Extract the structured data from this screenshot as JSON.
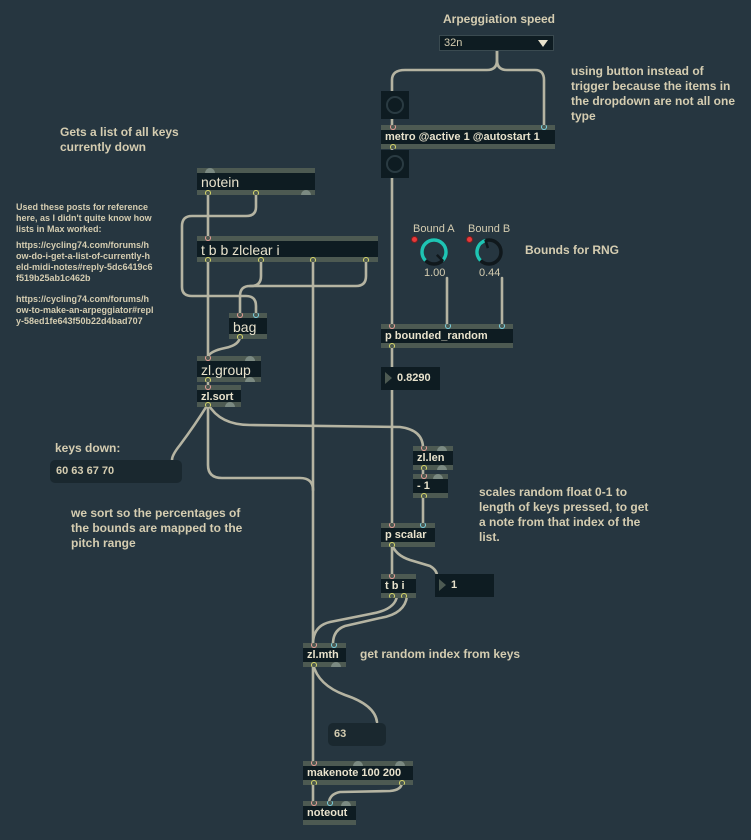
{
  "comments": {
    "arpeggiation_speed": "Arpeggiation speed",
    "button_note": "using button instead of\ntrigger because the items in\nthe dropdown are not all one\ntype",
    "gets_keys": "Gets a list of all keys\ncurrently down",
    "reference_intro": "Used these posts for reference\nhere, as I didn't quite know how\nlists in Max worked:",
    "reference_link_1": "https://cycling74.com/forums/h\now-do-i-get-a-list-of-currently-h\neld-midi-notes#reply-5dc6419c6\nf519b25ab1c462b",
    "reference_link_2": "https://cycling74.com/forums/h\now-to-make-an-arpeggiator#repl\ny-58ed1fe643f50b22d4bad707",
    "bounds_rng": "Bounds for RNG",
    "keys_down": "keys down:",
    "sort_note": "we sort so the percentages of\nthe bounds are mapped to the\npitch range",
    "scales_note": "scales random float 0-1 to\nlength of keys pressed, to get\na note from that index of the\nlist.",
    "random_index": "get random index from keys"
  },
  "dropdown": {
    "value": "32n"
  },
  "objects": {
    "metro": "metro @active 1 @autostart 1",
    "notein": "notein",
    "trigger": "t b b zlclear i",
    "bag": "bag",
    "zl_group": "zl.group",
    "zl_sort": "zl.sort",
    "bounded_random": "p bounded_random",
    "zl_len": "zl.len",
    "minus": "- 1",
    "scalar": "p scalar",
    "tbi": "t b i",
    "zl_mth": "zl.mth",
    "makenote": "makenote 100 200",
    "noteout": "noteout"
  },
  "dials": [
    {
      "label": "Bound A",
      "value": "1.00",
      "fraction": 1.0,
      "color": "#1fc4b4"
    },
    {
      "label": "Bound B",
      "value": "0.44",
      "fraction": 0.44,
      "color": "#1fc4b4"
    }
  ],
  "numbers": {
    "random_float": "0.8290",
    "index": "1"
  },
  "messages": {
    "keys_list": "60 63 67 70",
    "current_note": "63"
  },
  "colors": {
    "background": "#263640",
    "cable": "#a8a898",
    "dial_accent": "#1fc4b4",
    "comment_text": "#d5cdb1"
  }
}
